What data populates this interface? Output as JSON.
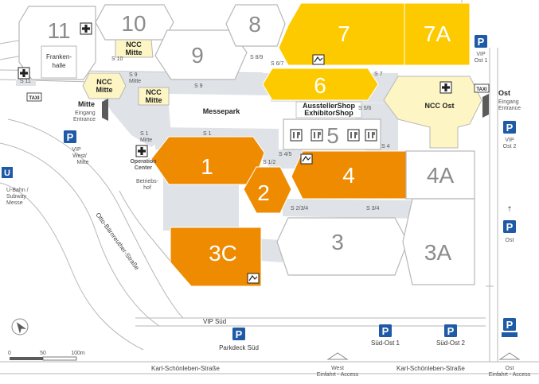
{
  "colors": {
    "orange": "#ef8b00",
    "yellow": "#fdca00",
    "cream": "#fdf5c4",
    "gray_hall": "#ffffff",
    "gray_line": "#b7b7b7",
    "walkway": "#dfe3e7",
    "parking_blue": "#1f5aa6",
    "dark": "#5b5b5b"
  },
  "halls": {
    "h1": "1",
    "h2": "2",
    "h3": "3",
    "h3a": "3A",
    "h3c": "3C",
    "h4": "4",
    "h4a": "4A",
    "h5": "5",
    "h6": "6",
    "h7": "7",
    "h7a": "7A",
    "h8": "8",
    "h9": "9",
    "h10": "10",
    "h11": "11"
  },
  "labels": {
    "frankenhalle": "Franken-\nhalle",
    "ncc_mitte_top": "NCC\nMitte",
    "ncc_mitte_left": "NCC\nMitte",
    "ncc_mitte_small": "NCC\nMitte",
    "ncc_ost": "NCC Ost",
    "messepark": "Messepark",
    "ausstellershop": "AusstellerShop",
    "exhibitorshop": "ExhibitorShop",
    "operation_center": "Operation\nCenter",
    "betriebshof": "Betriebs-\nhof",
    "mitte_entrance_1": "Mitte",
    "mitte_entrance_2": "Eingang",
    "mitte_entrance_3": "Entrance",
    "ost_entrance_1": "Ost",
    "ost_entrance_2": "Eingang",
    "ost_entrance_3": "Entrance",
    "vip_west_mitte": "VIP\nWest/\nMitte",
    "vip_ost_1": "VIP\nOst 1",
    "vip_ost_2": "VIP\nOst 2",
    "ubahn": "U-Bahn /\nSubway\nMesse",
    "parking_ost": "Ost",
    "vip_sued": "VIP Süd",
    "parkdeck_sued": "Parkdeck Süd",
    "sued_ost_1": "Süd-Ost 1",
    "sued_ost_2": "Süd-Ost 2",
    "west_access": "West\nEinfahrt - Access",
    "ost_access": "Ost\nEinfahrt - Access",
    "karl_left": "Karl-Schönleben-Straße",
    "karl_right": "Karl-Schönleben-Straße",
    "otto": "Otto-Bärnreuther-Straße",
    "taxi_left": "TAXI",
    "taxi_right": "TAXI",
    "u_sign": "U",
    "p_sign": "P"
  },
  "passages": {
    "s1": "S 1",
    "s1_mitte": "S 1\nMitte",
    "s9": "S 9",
    "s9_mitte": "S 9\nMitte",
    "s10": "S 10",
    "s11": "S 11",
    "s12": "S 1/2",
    "s234": "S 2/3/4",
    "s34": "S 3/4",
    "s45": "S 4/5",
    "s4": "S 4",
    "s56": "S 5/6",
    "s67": "S 6/7",
    "s7": "S 7",
    "s89": "S 8/9"
  },
  "scale": {
    "s0": "0",
    "s50": "50",
    "s100": "100m"
  }
}
